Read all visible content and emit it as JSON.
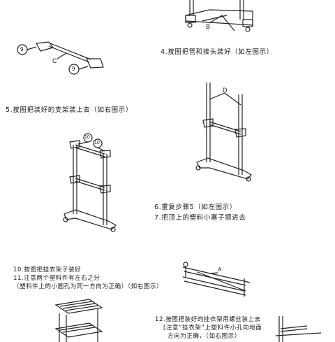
{
  "steps": {
    "s4": "4.按图把管和接头装好（如左图示）",
    "s5": "5.按图把装好的支架装上去（如右图示）",
    "s6": "6.重复步骤5（如左图示）",
    "s7": "7.把顶上的塑料小塞子摁进去",
    "s10": "10.按图把挂衣架子装好",
    "s11a": "11.注意两个塑料件有左右之分",
    "s11b": "（塑料件上的小圆孔为同一方向为正确）（如右图示）",
    "s12a": "12.按图把装好的挂衣架用螺丝装上去",
    "s12b": "[注意“挂衣架”上塑料件小孔向地面",
    "s12c": "方向为正确，（如右图示）"
  },
  "labels": {
    "b": "B",
    "c": "C",
    "d": "D",
    "a": "A",
    "nine_a": "9",
    "nine_b": "9",
    "ten_a": "10",
    "ten_b": "10"
  }
}
